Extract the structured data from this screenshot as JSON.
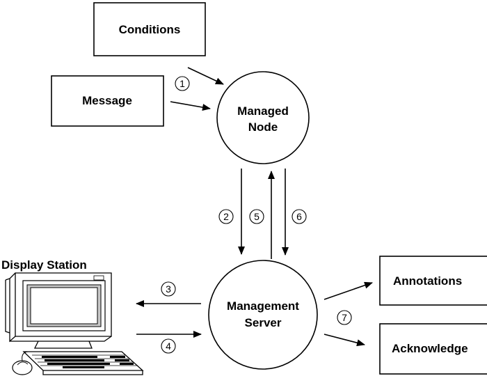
{
  "nodes": {
    "conditions": "Conditions",
    "message": "Message",
    "managed_node": [
      "Managed",
      "Node"
    ],
    "management_server": [
      "Management",
      "Server"
    ],
    "annotations": "Annotations",
    "acknowledge": "Acknowledge",
    "display_station": "Display Station"
  },
  "steps": [
    "1",
    "2",
    "3",
    "4",
    "5",
    "6",
    "7"
  ],
  "icons": {
    "workstation": "computer-workstation-icon"
  },
  "colors": {
    "stroke": "#000000",
    "fill": "#ffffff"
  }
}
